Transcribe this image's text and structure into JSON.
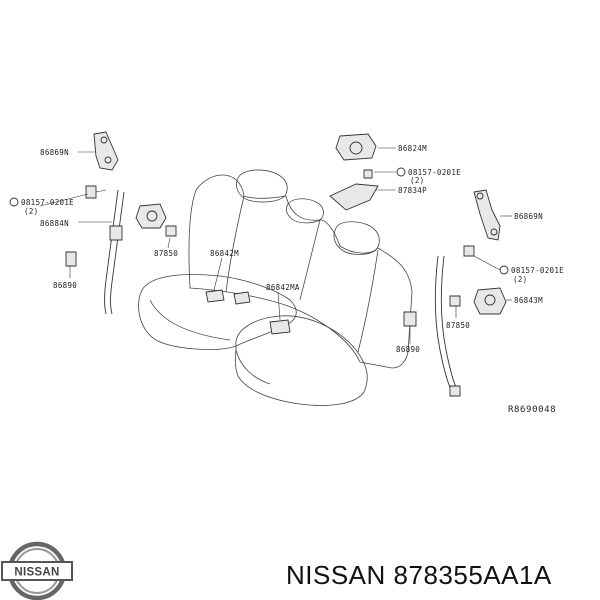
{
  "callouts": {
    "p86869n_l": "86869N",
    "p08157_l": "08157-0201E",
    "p08157_l_qty": "(2)",
    "p86884n": "86884N",
    "p87850_l": "87850",
    "p86890_l": "86890",
    "p86842m": "86842M",
    "p86842ma": "86842MA",
    "p86824m": "86824M",
    "p08157_r1": "08157-0201E",
    "p08157_r1_qty": "(2)",
    "p87834p": "87834P",
    "p86869n_r": "86869N",
    "p08157_r2": "08157-0201E",
    "p08157_r2_qty": "(2)",
    "p86843m": "86843M",
    "p87850_r": "87850",
    "p86890_r": "86890"
  },
  "ref_code": "R8690048",
  "brand": {
    "logo_text": "NISSAN",
    "caption": "NISSAN 878355AA1A"
  }
}
